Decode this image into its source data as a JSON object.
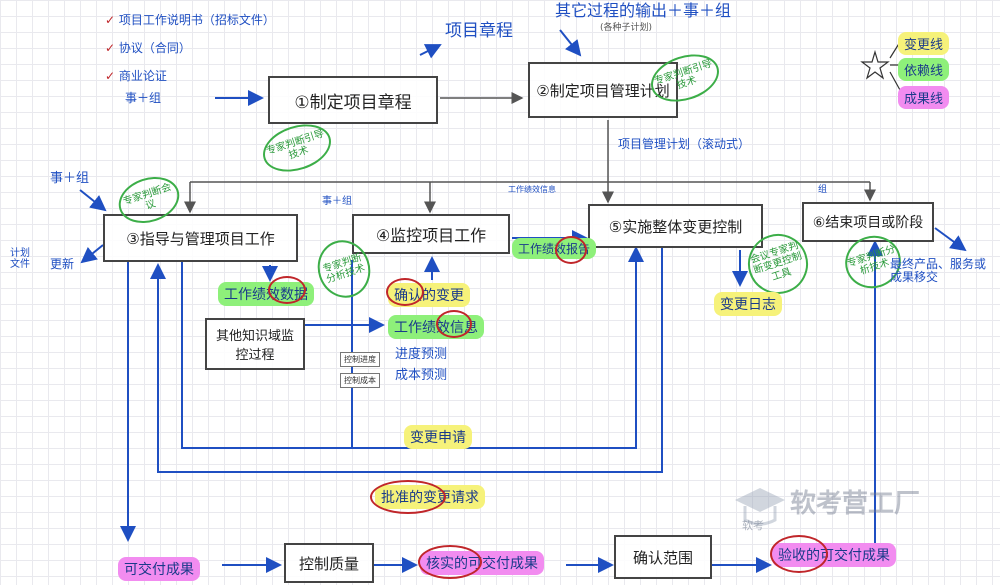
{
  "inputs": {
    "item1": "项目工作说明书（招标文件）",
    "item2": "协议（合同）",
    "item3": "商业论证",
    "item4": "事＋组"
  },
  "top_labels": {
    "charter": "项目章程",
    "other_outputs": "其它过程的输出＋事＋组",
    "other_outputs_sub": "(各种子计划)",
    "pm_plan": "项目管理计划（滚动式）"
  },
  "legend": {
    "change_line": "变更线",
    "deliverable_line": "依赖线",
    "result_line": "成果线"
  },
  "boxes": {
    "b1": "①制定项目章程",
    "b2": "②制定项目管理计划",
    "b3": "③指导与管理项目工作",
    "b4": "④监控项目工作",
    "b5": "⑤实施整体变更控制",
    "b6": "⑥结束项目或阶段",
    "other_km": "其他知识域监控过程",
    "control_quality": "控制质量",
    "validate_scope": "确认范围"
  },
  "stamps": {
    "s1": "专家判断引导技术",
    "s2": "专家判断引导技术",
    "s3": "专家判断会议",
    "s4": "专家判断分析技术",
    "s5": "会议专家判断变更控制工具",
    "s6": "专家判断分析技术"
  },
  "side_labels": {
    "plan_doc": "计划文件",
    "update": "更新",
    "event_group_left": "事＋组",
    "event_group_4": "事＋组",
    "work_perf_info": "工作绩效信息",
    "final_product": "最终产品、服务或成果移交",
    "event_group_6": "组"
  },
  "highlights": {
    "work_perf_data": "工作绩效数据",
    "confirmed_change": "确认的变更",
    "work_perf_info2": "工作绩效信息",
    "work_perf_report": "工作绩效报告",
    "change_log": "变更日志",
    "change_request": "变更申请",
    "approved_change": "批准的变更请求",
    "deliverables": "可交付成果",
    "verified_deliverables": "核实的可交付成果",
    "accepted_deliverables": "验收的可交付成果"
  },
  "forecasts": {
    "schedule": "进度预测",
    "cost": "成本预测",
    "tag1": "控制进度",
    "tag2": "控制成本"
  },
  "watermark": {
    "brand": "软考营工厂",
    "logo_text": "软考"
  }
}
